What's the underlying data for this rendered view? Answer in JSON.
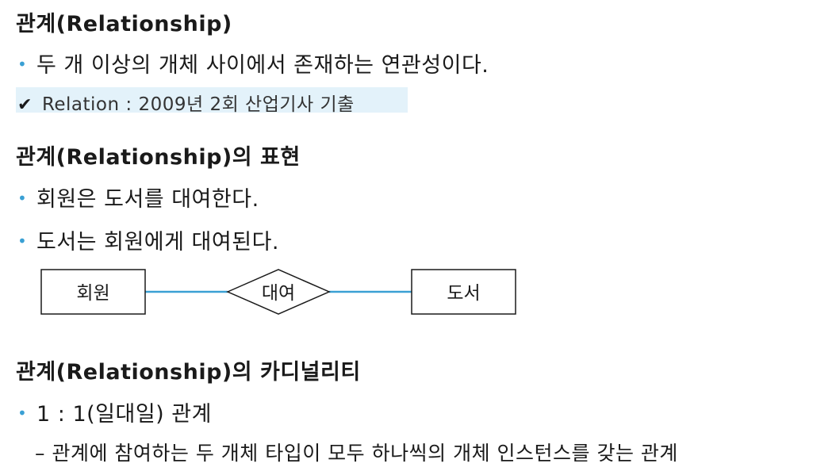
{
  "section1": {
    "heading": "관계(Relationship)",
    "bullet": "두 개 이상의 개체 사이에서 존재하는 연관성이다.",
    "note_check": "✔",
    "note": "Relation : 2009년 2회 산업기사 기출"
  },
  "section2": {
    "heading": "관계(Relationship)의 표현",
    "bullets": [
      "회원은 도서를 대여한다.",
      "도서는 회원에게 대여된다."
    ],
    "diagram": {
      "entity_left": "회원",
      "relationship": "대여",
      "entity_right": "도서"
    }
  },
  "section3": {
    "heading": "관계(Relationship)의 카디널리티",
    "bullet": "1 : 1(일대일) 관계",
    "sub": "– 관계에 참여하는 두 개체 타입이 모두 하나씩의 개체 인스턴스를 갖는 관계"
  },
  "colors": {
    "bullet": "#3aa0d4",
    "connector": "#3aa0d4",
    "note_highlight": "#e3f2fa"
  }
}
